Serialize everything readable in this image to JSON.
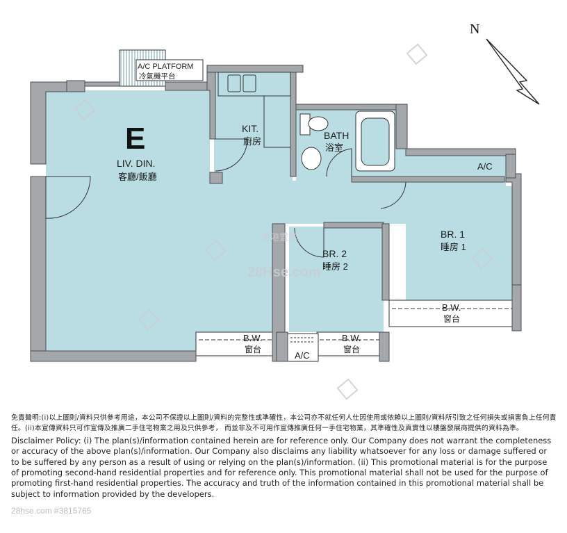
{
  "unit_letter": "E",
  "compass": {
    "label": "N"
  },
  "rooms": {
    "living_en": "LIV. DIN.",
    "living_zh": "客廳/飯廳",
    "kitchen_en": "KIT.",
    "kitchen_zh": "廚房",
    "bath_en": "BATH",
    "bath_zh": "浴室",
    "br1_en": "BR. 1",
    "br1_zh": "睡房 1",
    "br2_en": "BR. 2",
    "br2_zh": "睡房 2",
    "ac_platform_en": "A/C PLATFORM",
    "ac_platform_zh": "冷氣機平台",
    "ac_label": "A/C",
    "bw_en": "B.W.",
    "bw_zh": "窗台"
  },
  "watermark": {
    "brand_zh": "香港置業",
    "site": "28Hse.com"
  },
  "disclaimer": {
    "zh": "免責聲明:(i)以上圖則/資料只供參考用途，本公司不保證以上圖則/資料的完整性或準確性，本公司亦不就任何人仕因使用或依賴以上圖則/資料所引致之任何損失或損害負上任何責任。(ii)本宣傳資料只可作宣傳及推廣二手住宅物業之用及只供參考， 而並非及不可用作宣傳推廣任何一手住宅物業，其準確性及真實性以樓盤發展商提供的資料為準。",
    "en": "Disclaimer Policy: (i) The plan(s)/information contained herein are for reference only. Our Company does not warrant the completeness or accuracy of the above plan(s)/information. Our Company also disclaims any liability whatsoever for any loss or damage suffered or to be suffered by any person as a result of using or relying on the plan(s)/information. (ii) This promotional material is for the purpose of promoting second-hand residential properties and for reference only. This promotional material shall not be used for the purpose of promoting first-hand residential properties. The accuracy and truth of the information contained in this promotional material shall be subject to information provided by the developers."
  },
  "listing_id": "28hse.com #3815765",
  "colors": {
    "room_fill": "#b9dde3",
    "wall_fill": "#a4a8ab",
    "wall_stroke": "#4a4d50",
    "line": "#333333",
    "watermark": "#c9cfd4"
  }
}
